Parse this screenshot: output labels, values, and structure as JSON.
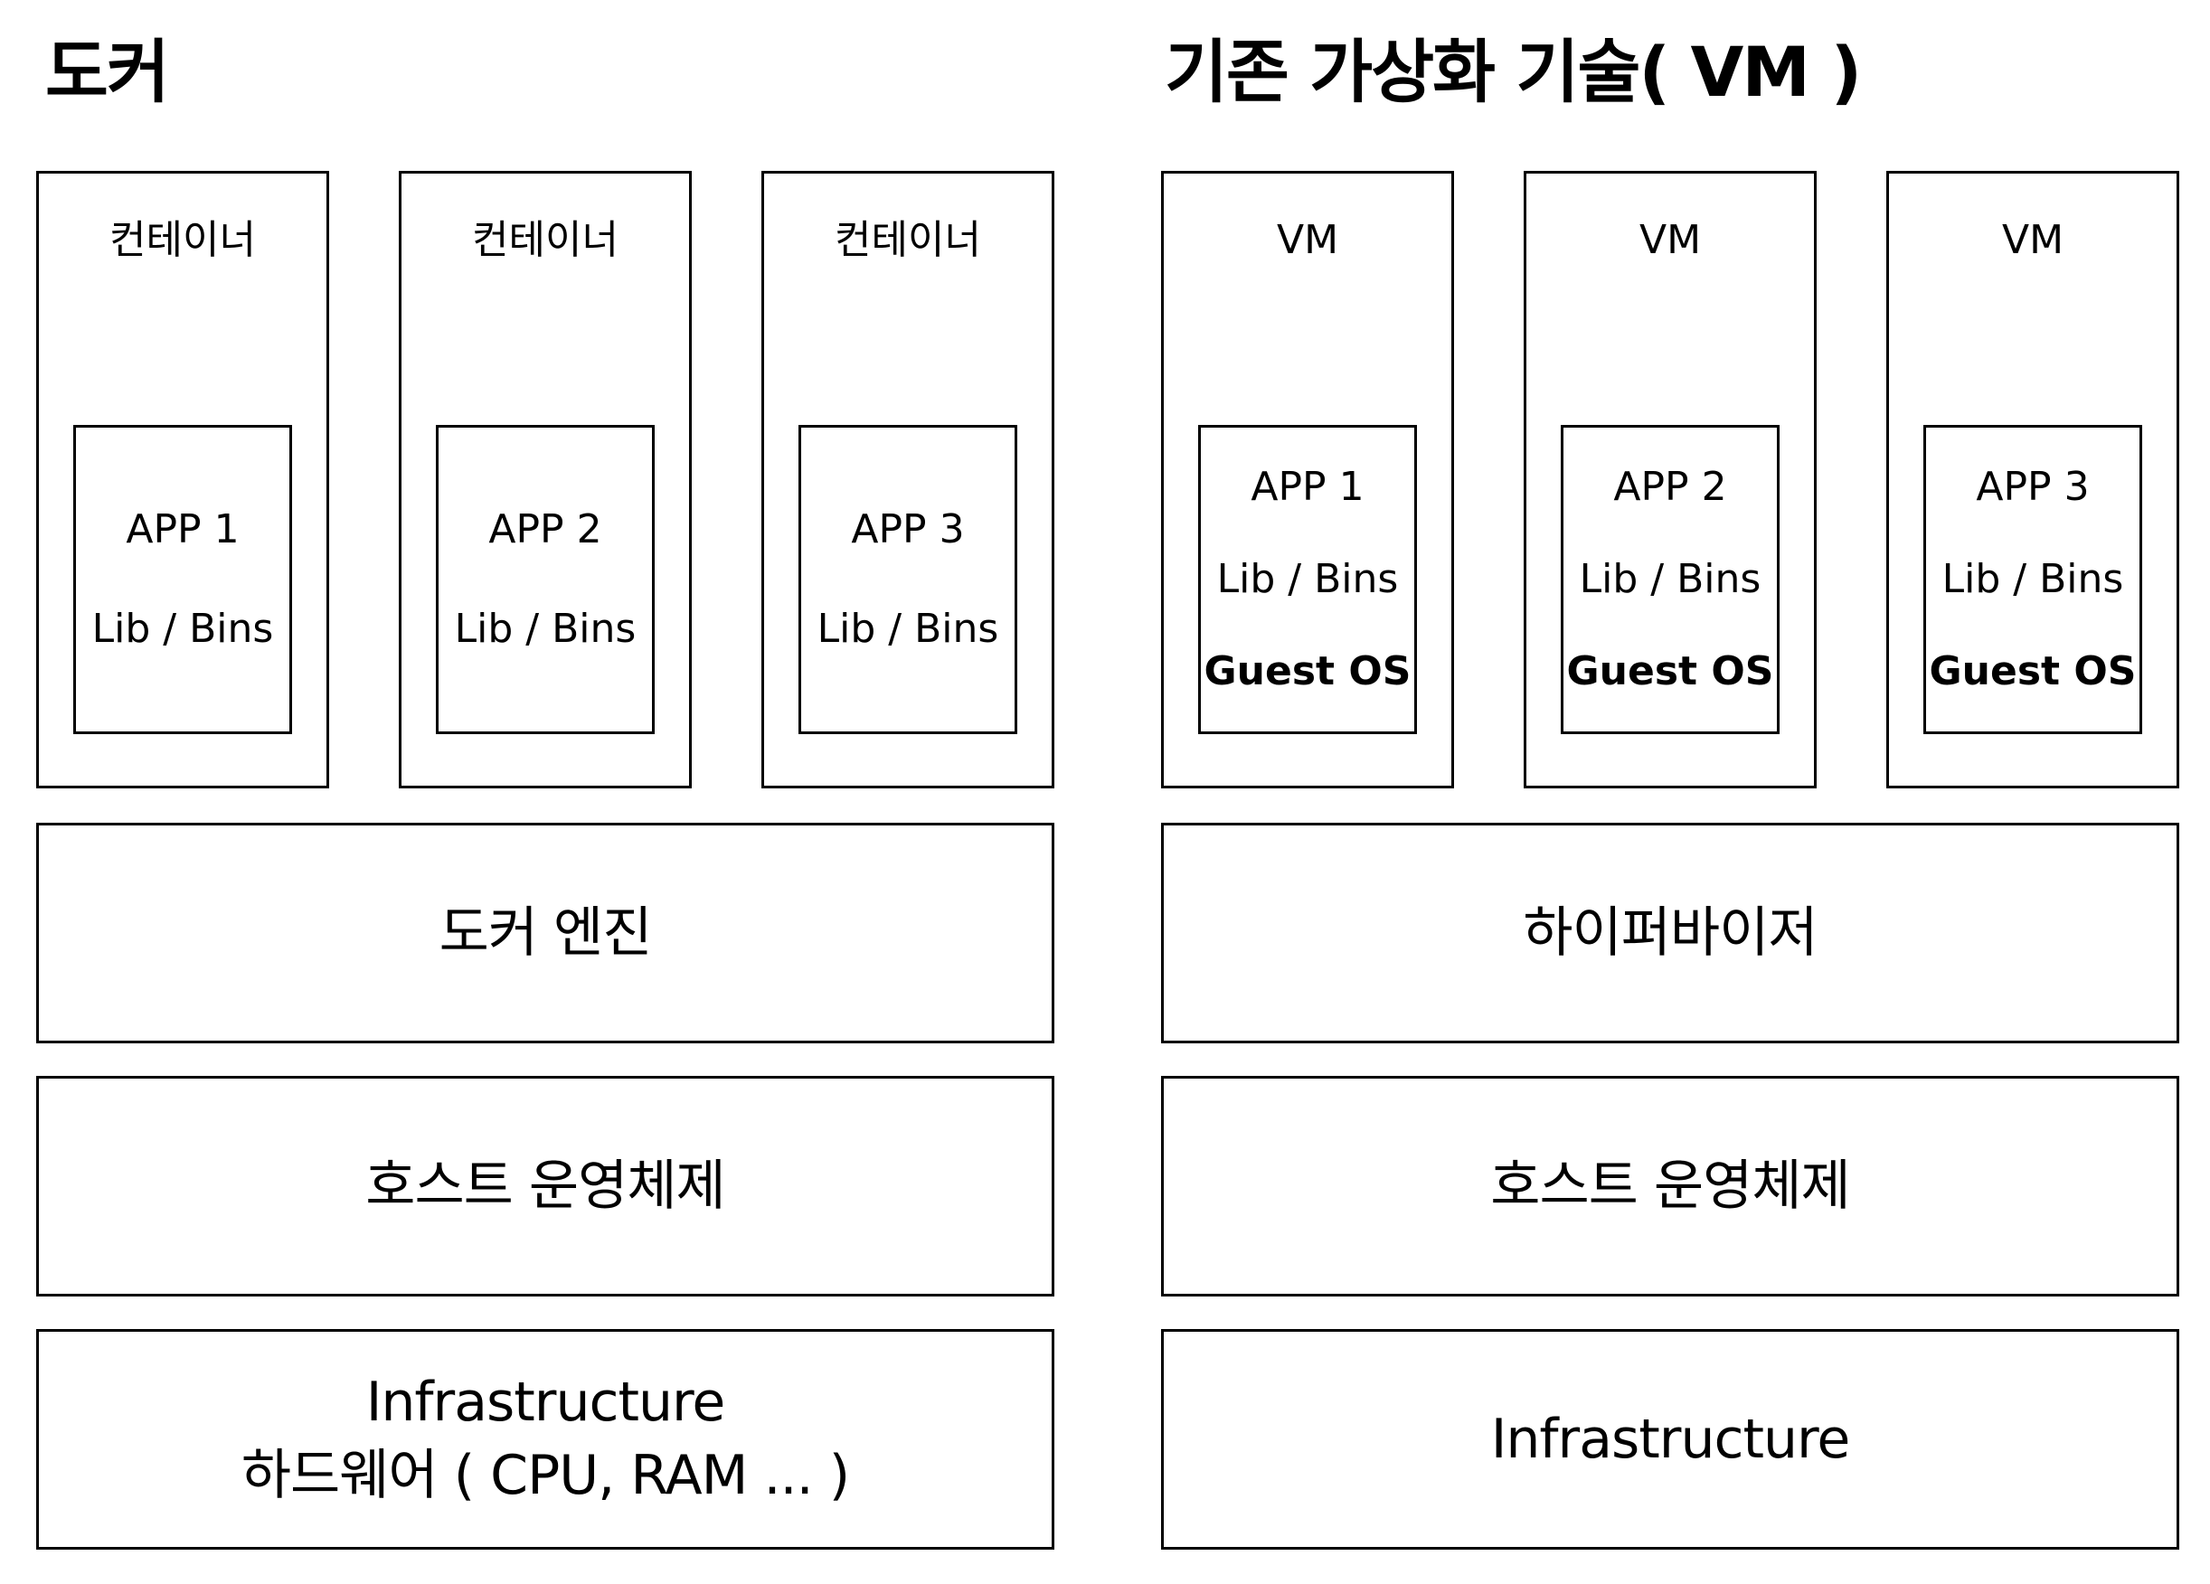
{
  "docker": {
    "title": "도커",
    "containers": [
      {
        "label": "컨테이너",
        "app": "APP 1",
        "lib": "Lib / Bins"
      },
      {
        "label": "컨테이너",
        "app": "APP 2",
        "lib": "Lib / Bins"
      },
      {
        "label": "컨테이너",
        "app": "APP 3",
        "lib": "Lib / Bins"
      }
    ],
    "engine": "도커 엔진",
    "host_os": "호스트 운영체제",
    "infra_line1": "Infrastructure",
    "infra_line2": "하드웨어 ( CPU, RAM ... )"
  },
  "vm": {
    "title": "기존 가상화 기술( VM )",
    "machines": [
      {
        "label": "VM",
        "app": "APP 1",
        "lib": "Lib / Bins",
        "guest": "Guest OS"
      },
      {
        "label": "VM",
        "app": "APP 2",
        "lib": "Lib / Bins",
        "guest": "Guest OS"
      },
      {
        "label": "VM",
        "app": "APP 3",
        "lib": "Lib / Bins",
        "guest": "Guest OS"
      }
    ],
    "hypervisor": "하이퍼바이저",
    "host_os": "호스트 운영체제",
    "infra": "Infrastructure"
  }
}
